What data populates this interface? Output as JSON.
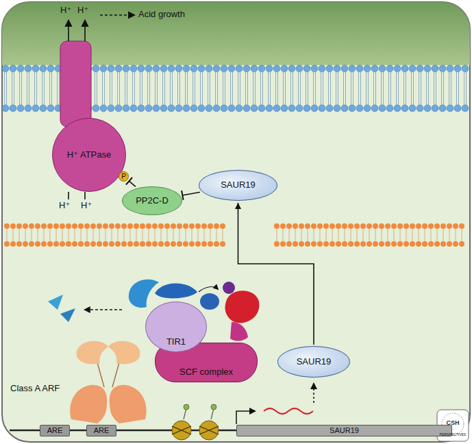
{
  "diagram": {
    "nodes": [
      {
        "text": [
          "H⁺ ATPase"
        ]
      },
      {
        "text": [
          "P"
        ]
      },
      {
        "text": [
          "PP2C-D"
        ]
      },
      {
        "text": [
          "SAUR19"
        ]
      },
      {
        "text": [
          "TIR1"
        ]
      },
      {
        "text": [
          "SCF complex"
        ]
      },
      {
        "text": [
          "SAUR19"
        ]
      },
      {
        "text": [
          "ARE"
        ]
      },
      {
        "text": [
          "ARE"
        ]
      },
      {
        "text": [
          "SAUR19"
        ]
      }
    ],
    "edges": [
      {
        "from": 2,
        "to": 1,
        "arrow": "to"
      },
      {
        "from": 3,
        "to": 2,
        "arrow": "to"
      },
      {
        "from": 6,
        "to": 3,
        "arrow": "to"
      }
    ],
    "labels": [
      "H⁺",
      "H⁺",
      "Acid growth",
      "H⁺",
      "H⁺",
      "Class A ARF",
      "CSH",
      "PERSPECTIVES"
    ]
  }
}
